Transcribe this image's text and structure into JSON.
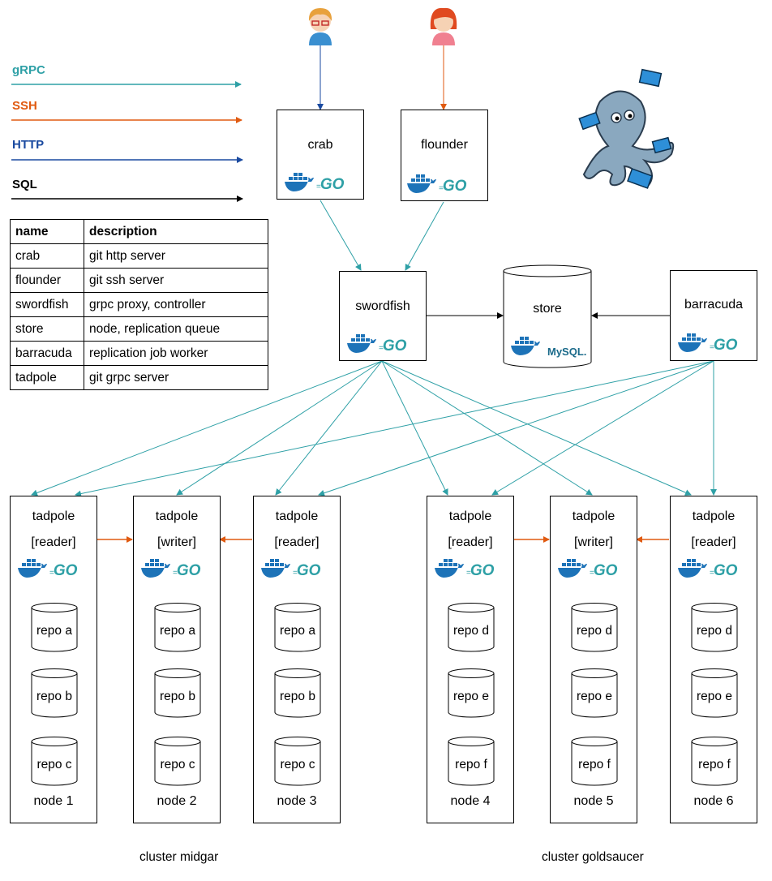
{
  "legend": {
    "grpc": {
      "label": "gRPC",
      "color": "#2ea0a6"
    },
    "ssh": {
      "label": "SSH",
      "color": "#e05a10"
    },
    "http": {
      "label": "HTTP",
      "color": "#1a4aa0"
    },
    "sql": {
      "label": "SQL",
      "color": "#000000"
    }
  },
  "table": {
    "headers": [
      "name",
      "description"
    ],
    "rows": [
      [
        "crab",
        "git http server"
      ],
      [
        "flounder",
        "git ssh server"
      ],
      [
        "swordfish",
        "grpc proxy, controller"
      ],
      [
        "store",
        "node, replication queue"
      ],
      [
        "barracuda",
        "replication job worker"
      ],
      [
        "tadpole",
        "git grpc server"
      ]
    ]
  },
  "services": {
    "crab": "crab",
    "flounder": "flounder",
    "swordfish": "swordfish",
    "store": "store",
    "barracuda": "barracuda"
  },
  "badges": {
    "go": "GO",
    "mysql": "MySQL."
  },
  "nodes": [
    {
      "title": "tadpole",
      "role": "[reader]",
      "repos": [
        "repo a",
        "repo b",
        "repo c"
      ],
      "node": "node 1"
    },
    {
      "title": "tadpole",
      "role": "[writer]",
      "repos": [
        "repo a",
        "repo b",
        "repo c"
      ],
      "node": "node 2"
    },
    {
      "title": "tadpole",
      "role": "[reader]",
      "repos": [
        "repo a",
        "repo b",
        "repo c"
      ],
      "node": "node 3"
    },
    {
      "title": "tadpole",
      "role": "[reader]",
      "repos": [
        "repo d",
        "repo e",
        "repo f"
      ],
      "node": "node 4"
    },
    {
      "title": "tadpole",
      "role": "[writer]",
      "repos": [
        "repo d",
        "repo e",
        "repo f"
      ],
      "node": "node 5"
    },
    {
      "title": "tadpole",
      "role": "[reader]",
      "repos": [
        "repo d",
        "repo e",
        "repo f"
      ],
      "node": "node 6"
    }
  ],
  "clusters": {
    "midgar": "cluster midgar",
    "goldsaucer": "cluster goldsaucer"
  },
  "icons": {
    "user1": "user-man-icon",
    "user2": "user-woman-icon",
    "mascot": "octopus-mascot-icon",
    "docker": "docker-whale-icon"
  }
}
